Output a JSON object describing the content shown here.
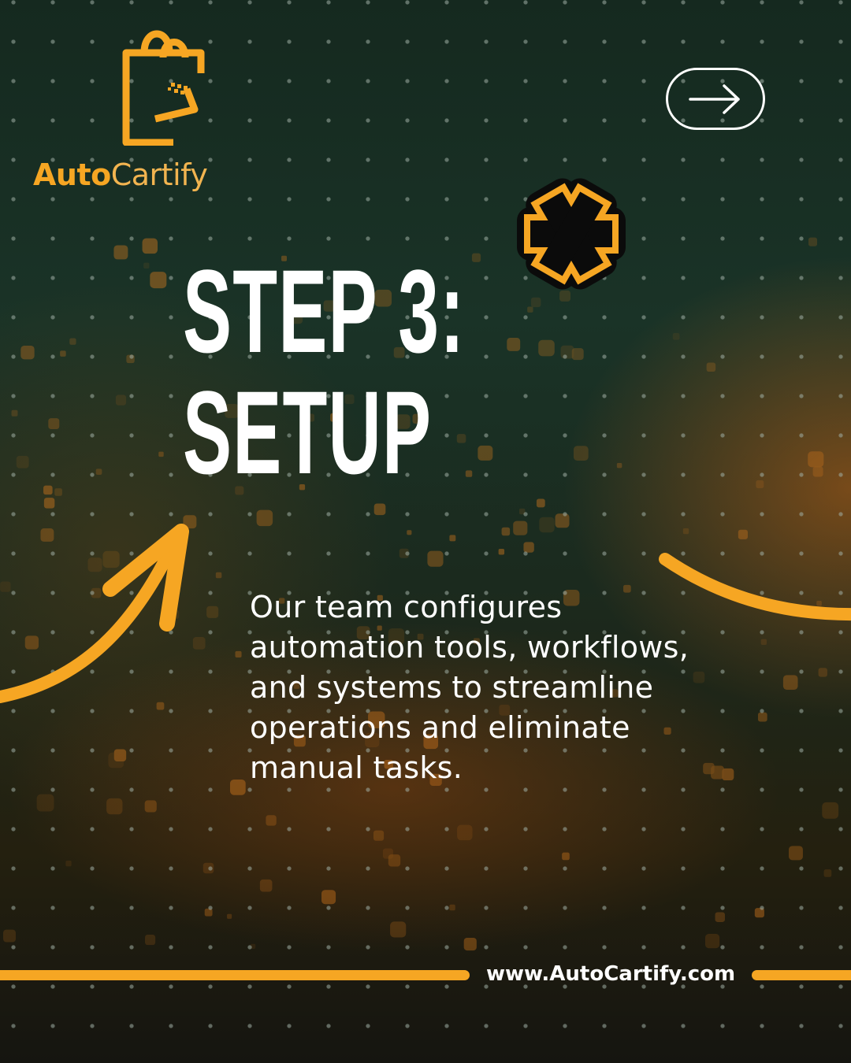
{
  "brand": {
    "name_bold": "Auto",
    "name_light": "Cartify"
  },
  "nav": {
    "next_icon": "arrow-right-icon"
  },
  "heading": {
    "line1": "STEP 3:",
    "line2": "SETUP"
  },
  "body_text": "Our team configures automation tools, workflows, and systems to streamline operations and eliminate manual tasks.",
  "footer": {
    "url": "www.AutoCartify.com"
  },
  "colors": {
    "accent": "#f6a623",
    "text": "#ffffff",
    "background": "#15291f"
  }
}
